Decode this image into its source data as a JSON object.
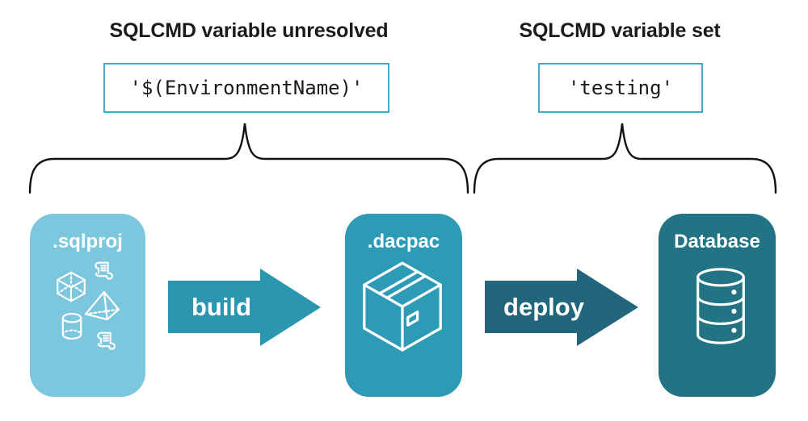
{
  "annotations": {
    "unresolved": {
      "heading": "SQLCMD variable unresolved",
      "code": "'$(EnvironmentName)'"
    },
    "resolved": {
      "heading": "SQLCMD variable set",
      "code": "'testing'"
    }
  },
  "pipeline": {
    "nodes": [
      {
        "id": "sqlproj",
        "label": ".sqlproj",
        "fill": "#7cc7dd",
        "icons": [
          "cube-icon",
          "script-scroll-icon",
          "pyramid-icon",
          "cylinder-icon",
          "script-scroll-icon"
        ]
      },
      {
        "id": "dacpac",
        "label": ".dacpac",
        "fill": "#2e9bb6",
        "icons": [
          "package-box-icon"
        ]
      },
      {
        "id": "database",
        "label": "Database",
        "fill": "#227484",
        "icons": [
          "database-cylinder-icon"
        ]
      }
    ],
    "arrows": [
      {
        "label": "build",
        "fill": "#2b96b0"
      },
      {
        "label": "deploy",
        "fill": "#21667b"
      }
    ]
  },
  "colors": {
    "background": "#ffffff",
    "heading_text": "#1b1b1b",
    "code_text": "#1b1b1b",
    "code_border": "#41a8c5",
    "brace": "#111111",
    "icon_stroke": "#ffffff",
    "node_label": "#ffffff",
    "arrow_label": "#ffffff"
  }
}
